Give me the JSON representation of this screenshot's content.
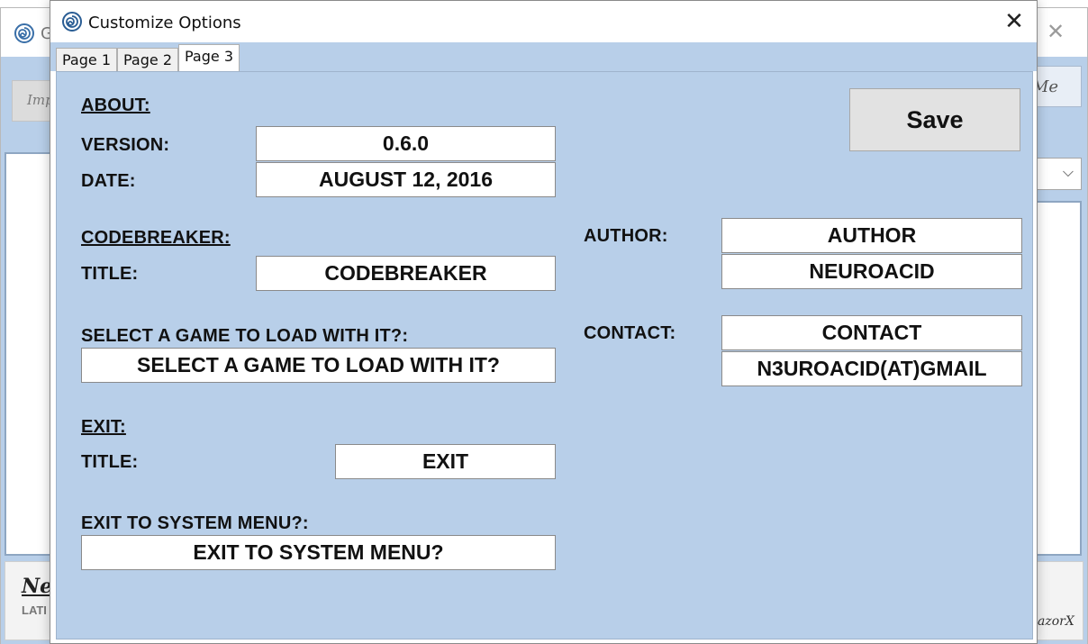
{
  "background_window": {
    "title_fragment": "G",
    "left_button_fragment": "Imp",
    "right_button_fragment": "Me",
    "footer_name_fragment": "Ne",
    "footer_latest_fragment": "LATI",
    "footer_credit_fragment": "azorX"
  },
  "dialog": {
    "title": "Customize Options",
    "tabs": [
      {
        "label": "Page 1",
        "active": false
      },
      {
        "label": "Page 2",
        "active": false
      },
      {
        "label": "Page 3",
        "active": true
      }
    ],
    "save_label": "Save",
    "about": {
      "heading": "ABOUT:",
      "version_label": "VERSION:",
      "version_value": "0.6.0",
      "date_label": "DATE:",
      "date_value": "AUGUST 12, 2016"
    },
    "codebreaker": {
      "heading": "CODEBREAKER:",
      "title_label": "TITLE:",
      "title_value": "CODEBREAKER",
      "select_label": "SELECT A GAME TO LOAD WITH IT?:",
      "select_value": "SELECT A GAME TO LOAD WITH IT?"
    },
    "author": {
      "label": "AUTHOR:",
      "title_value": "AUTHOR",
      "name_value": "NEUROACID"
    },
    "contact": {
      "label": "CONTACT:",
      "title_value": "CONTACT",
      "email_value": "N3UROACID(AT)GMAIL"
    },
    "exit": {
      "heading": "EXIT:",
      "title_label": "TITLE:",
      "title_value": "EXIT",
      "system_menu_label": "EXIT TO SYSTEM MENU?:",
      "system_menu_value": "EXIT TO SYSTEM MENU?"
    }
  }
}
